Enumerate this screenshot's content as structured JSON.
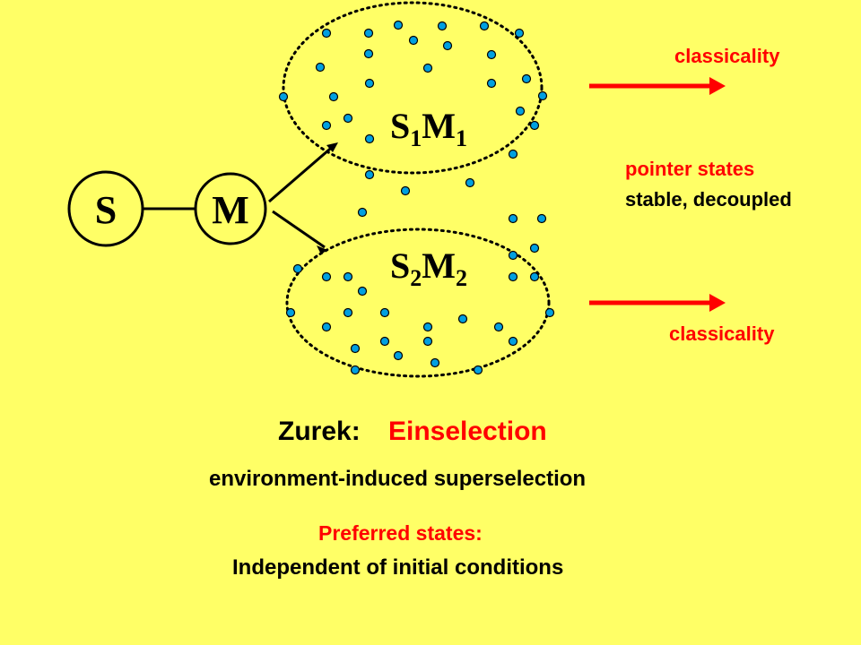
{
  "colors": {
    "background": "#FFFF66",
    "dot_fill": "#00A0E0",
    "arrow": "#FF0000",
    "text_primary": "#000000",
    "text_accent": "#FF0000"
  },
  "nodes": {
    "s_label": "S",
    "m_label": "M"
  },
  "branches": {
    "upper": {
      "base": "S",
      "sub1": "1",
      "base2": "M",
      "sub2": "1"
    },
    "lower": {
      "base": "S",
      "sub1": "2",
      "base2": "M",
      "sub2": "2"
    }
  },
  "right_labels": {
    "classicality_top": "classicality",
    "pointer_states": "pointer states",
    "stable_decoupled": "stable, decoupled",
    "classicality_bottom": "classicality"
  },
  "bottom_text": {
    "zurek": "Zurek:",
    "einselection": "Einselection",
    "superselection": "environment-induced superselection",
    "preferred": "Preferred states:",
    "independent": "Independent of initial conditions"
  }
}
